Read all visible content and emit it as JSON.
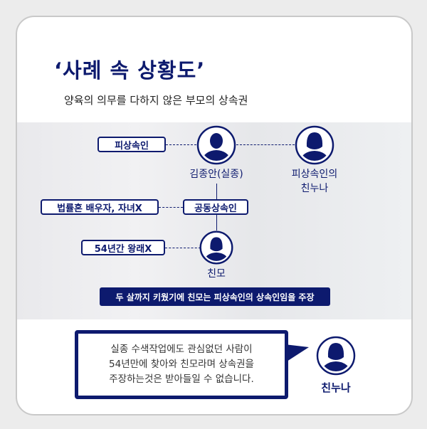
{
  "title": "‘사례 속 상황도’",
  "subtitle": "양육의 의무를 다하지 않은 부모의 상속권",
  "diagram": {
    "decedent_tag": "피상속인",
    "decedent_name": "김종안(실종)",
    "sister_name_line1": "피상속인의",
    "sister_name_line2": "친누나",
    "spouse_tag": "법률혼 배우자, 자녀X",
    "co_heir_tag": "공동상속인",
    "no_contact_tag": "54년간 왕래X",
    "mother_name": "친모",
    "banner": "두 살까지 키웠기에 친모는 피상속인의 상속인임을 주장"
  },
  "quote": {
    "line1": "실종 수색작업에도 관심없던 사람이",
    "line2": "54년만에 찾아와 친모라며 상속권을",
    "line3": "주장하는것은 받아들일 수 없습니다.",
    "speaker": "친누나"
  },
  "colors": {
    "navy": "#0d1a6e"
  }
}
